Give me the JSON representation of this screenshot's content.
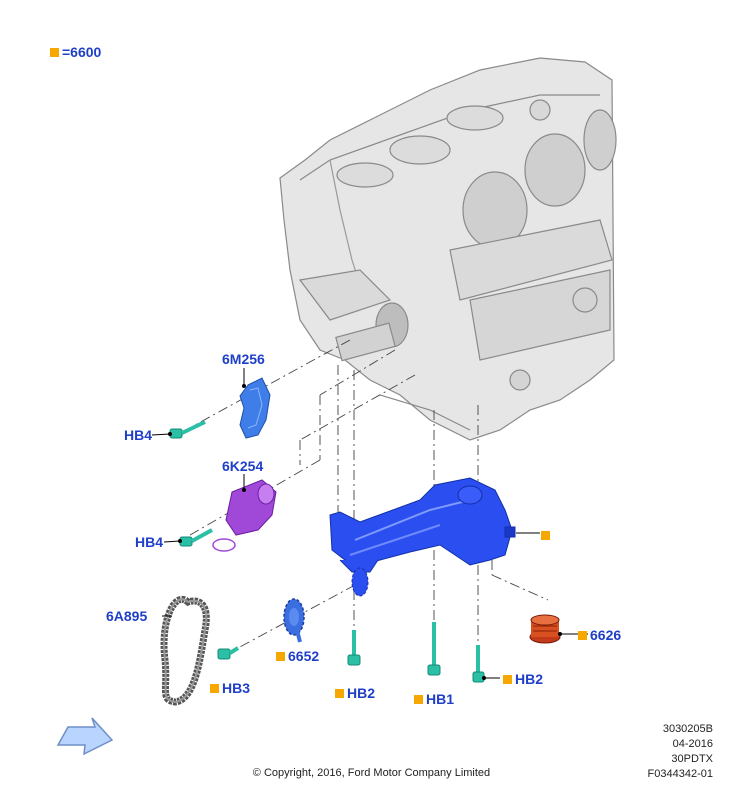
{
  "legend": {
    "marker_color": "#f6a800",
    "text": "=6600"
  },
  "labels": {
    "l6m256": "6M256",
    "hb4_upper": "HB4",
    "l6k254": "6K254",
    "hb4_lower": "HB4",
    "l6a895": "6A895",
    "l6652": "6652",
    "hb3": "HB3",
    "hb2_center": "HB2",
    "hb1": "HB1",
    "hb2_right": "HB2",
    "l6626": "6626"
  },
  "colors": {
    "label": "#1f3fc8",
    "part_blue": "#2646e6",
    "part_purple": "#a040d8",
    "bolt": "#30c8b0",
    "seal": "#d04020",
    "marker": "#f6a800"
  },
  "footer": {
    "code1": "3030205B",
    "date": "04-2016",
    "model": "30PDTX",
    "figure": "F0344342-01",
    "copyright": "© Copyright, 2016, Ford Motor Company Limited"
  },
  "icons": [
    "direction-arrow-icon",
    "legend-marker-icon"
  ]
}
